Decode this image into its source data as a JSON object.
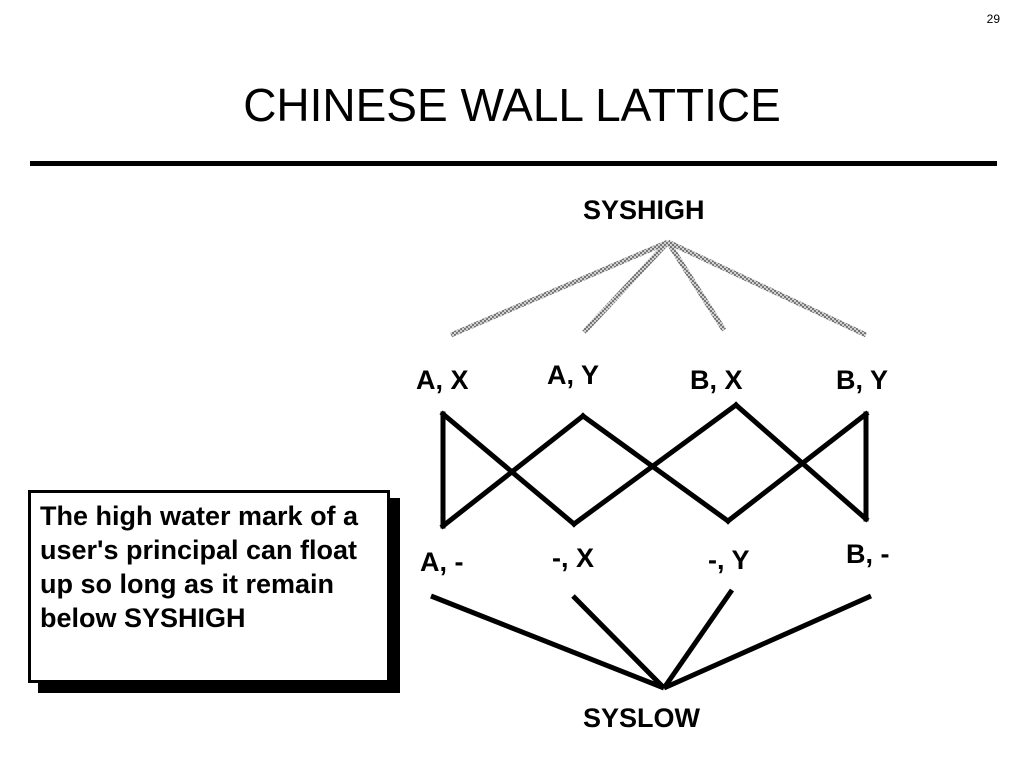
{
  "page_number": "29",
  "title": "CHINESE WALL LATTICE",
  "nodes": {
    "top": "SYSHIGH",
    "bottom": "SYSLOW",
    "upper": [
      "A, X",
      "A, Y",
      "B, X",
      "B, Y"
    ],
    "lower": [
      "A, -",
      "-, X",
      "-, Y",
      "B, -"
    ]
  },
  "callout": {
    "text": "The high water mark of a user's principal can float up so long as it remain below SYSHIGH"
  },
  "colors": {
    "edge_solid": "#000000",
    "edge_dashed": "#9a9a9a"
  }
}
